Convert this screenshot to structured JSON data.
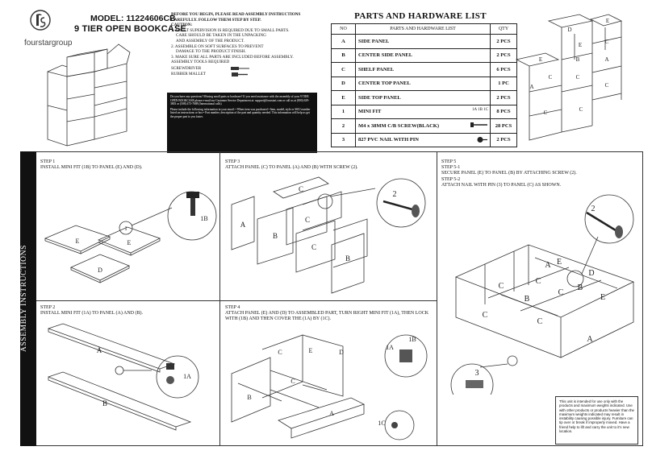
{
  "header": {
    "brand": "fourstargroup",
    "model": "MODEL: 11224606CB",
    "product": "9 TIER OPEN BOOKCASE"
  },
  "instructions": {
    "lines": [
      "BEFORE YOU BEGIN, PLEASE READ ASSEMBLY INSTRUCTIONS",
      "CAREFULLY. FOLLOW THEM STEP BY STEP.",
      "CAUTION:",
      "1. ADULT SUPERVISION IS REQUIRED DUE TO SMALL PARTS.",
      "   CARE SHOULD BE TAKEN IN THE UNPACKING",
      "   AND ASSEMBLY OF THE PRODUCT.",
      "2. ASSEMBLE ON SOFT SURFACES TO PREVENT",
      "   DAMAGE TO THE PRODUCT FINISH.",
      "3. MAKE SURE ALL PARTS ARE INCLUDED BEFORE ASSEMBLY.",
      "ASSEMBLY TOOLS REQUIRED"
    ],
    "tool_1": "SCREWDRIVER",
    "tool_2": "RUBBER MALLET"
  },
  "notice": {
    "p1": "Do you have any questions? Missing small parts or hardware? If you need assistance with the assembly of your 9 TIER OPEN BOOKCASE please e-mail our Customer Service Department at: support@fourstari.com or call us at (800) 639-3803 or (508) 473-7688 (International calls)",
    "p2": "Please include the following information in your email: • When item was purchased • Item, model, style or SKU number listed on instructions or box • Part number, description of the part and quantity needed. This information will help us get the proper part to you faster."
  },
  "parts": {
    "title": "PARTS AND HARDWARE LIST",
    "headers": [
      "NO",
      "PARTS AND HARDWARE LIST",
      "QTY"
    ],
    "rows": [
      {
        "no": "A",
        "name": "SIDE PANEL",
        "qty": "2 PCS",
        "hw": ""
      },
      {
        "no": "B",
        "name": "CENTER SIDE PANEL",
        "qty": "2 PCS",
        "hw": ""
      },
      {
        "no": "C",
        "name": "SHELF PANEL",
        "qty": "6 PCS",
        "hw": ""
      },
      {
        "no": "D",
        "name": "CENTER TOP PANEL",
        "qty": "1 PC",
        "hw": ""
      },
      {
        "no": "E",
        "name": "SIDE TOP PANEL",
        "qty": "2 PCS",
        "hw": ""
      },
      {
        "no": "1",
        "name": "MINI FIT",
        "qty": "8 PCS",
        "hw": "1A  1B  1C"
      },
      {
        "no": "2",
        "name": "M4 x 38MM C/B SCREW(BLACK)",
        "qty": "28 PCS",
        "hw": ""
      },
      {
        "no": "3",
        "name": "827 PVC NAIL WITH PIN",
        "qty": "2 PCS",
        "hw": ""
      }
    ]
  },
  "assembly": {
    "sidebar": "ASSEMBLY INSTRUCTIONS",
    "step1": {
      "title": "STEP 1",
      "text": "INSTALL MINI FIT (1B) TO PANEL (E) AND (D)."
    },
    "step2": {
      "title": "STEP 2",
      "text": "INSTALL MINI FIT (1A) TO PANEL (A) AND (B)."
    },
    "step3": {
      "title": "STEP 3",
      "text": "ATTACH PANEL (C) TO PANEL (A) AND (B) WITH SCREW (2)."
    },
    "step4": {
      "title": "STEP 4",
      "text": "ATTACH PANEL (E) AND (D) TO ASSEMBLED PART, TURN RIGHT MINI FIT (1A), THEN LOCK WITH (1B) AND THEN COVER THE (1A) BY (1C)."
    },
    "step5": {
      "title": "STEP 5",
      "l1": "STEP 5-1",
      "t1": "SECURE PANEL (E) TO PANEL (B) BY ATTACHING SCREW (2).",
      "l2": "STEP 5-2",
      "t2": "ATTACH NAIL WITH PIN (3) TO PANEL (C) AS SHOWN."
    },
    "warning": "This unit is intended for use only with the products and maximum weights indicated. Use with other products or products heavier than the maximum weights indicated may result in instability causing possible injury. Furniture can tip over or break if improperly moved. Have a friend help to lift and carry the unit to it's new location."
  },
  "labels": {
    "A": "A",
    "B": "B",
    "C": "C",
    "D": "D",
    "E": "E",
    "n1": "1",
    "n2": "2",
    "n3": "3",
    "h1A": "1A",
    "h1B": "1B",
    "h1C": "1C"
  }
}
